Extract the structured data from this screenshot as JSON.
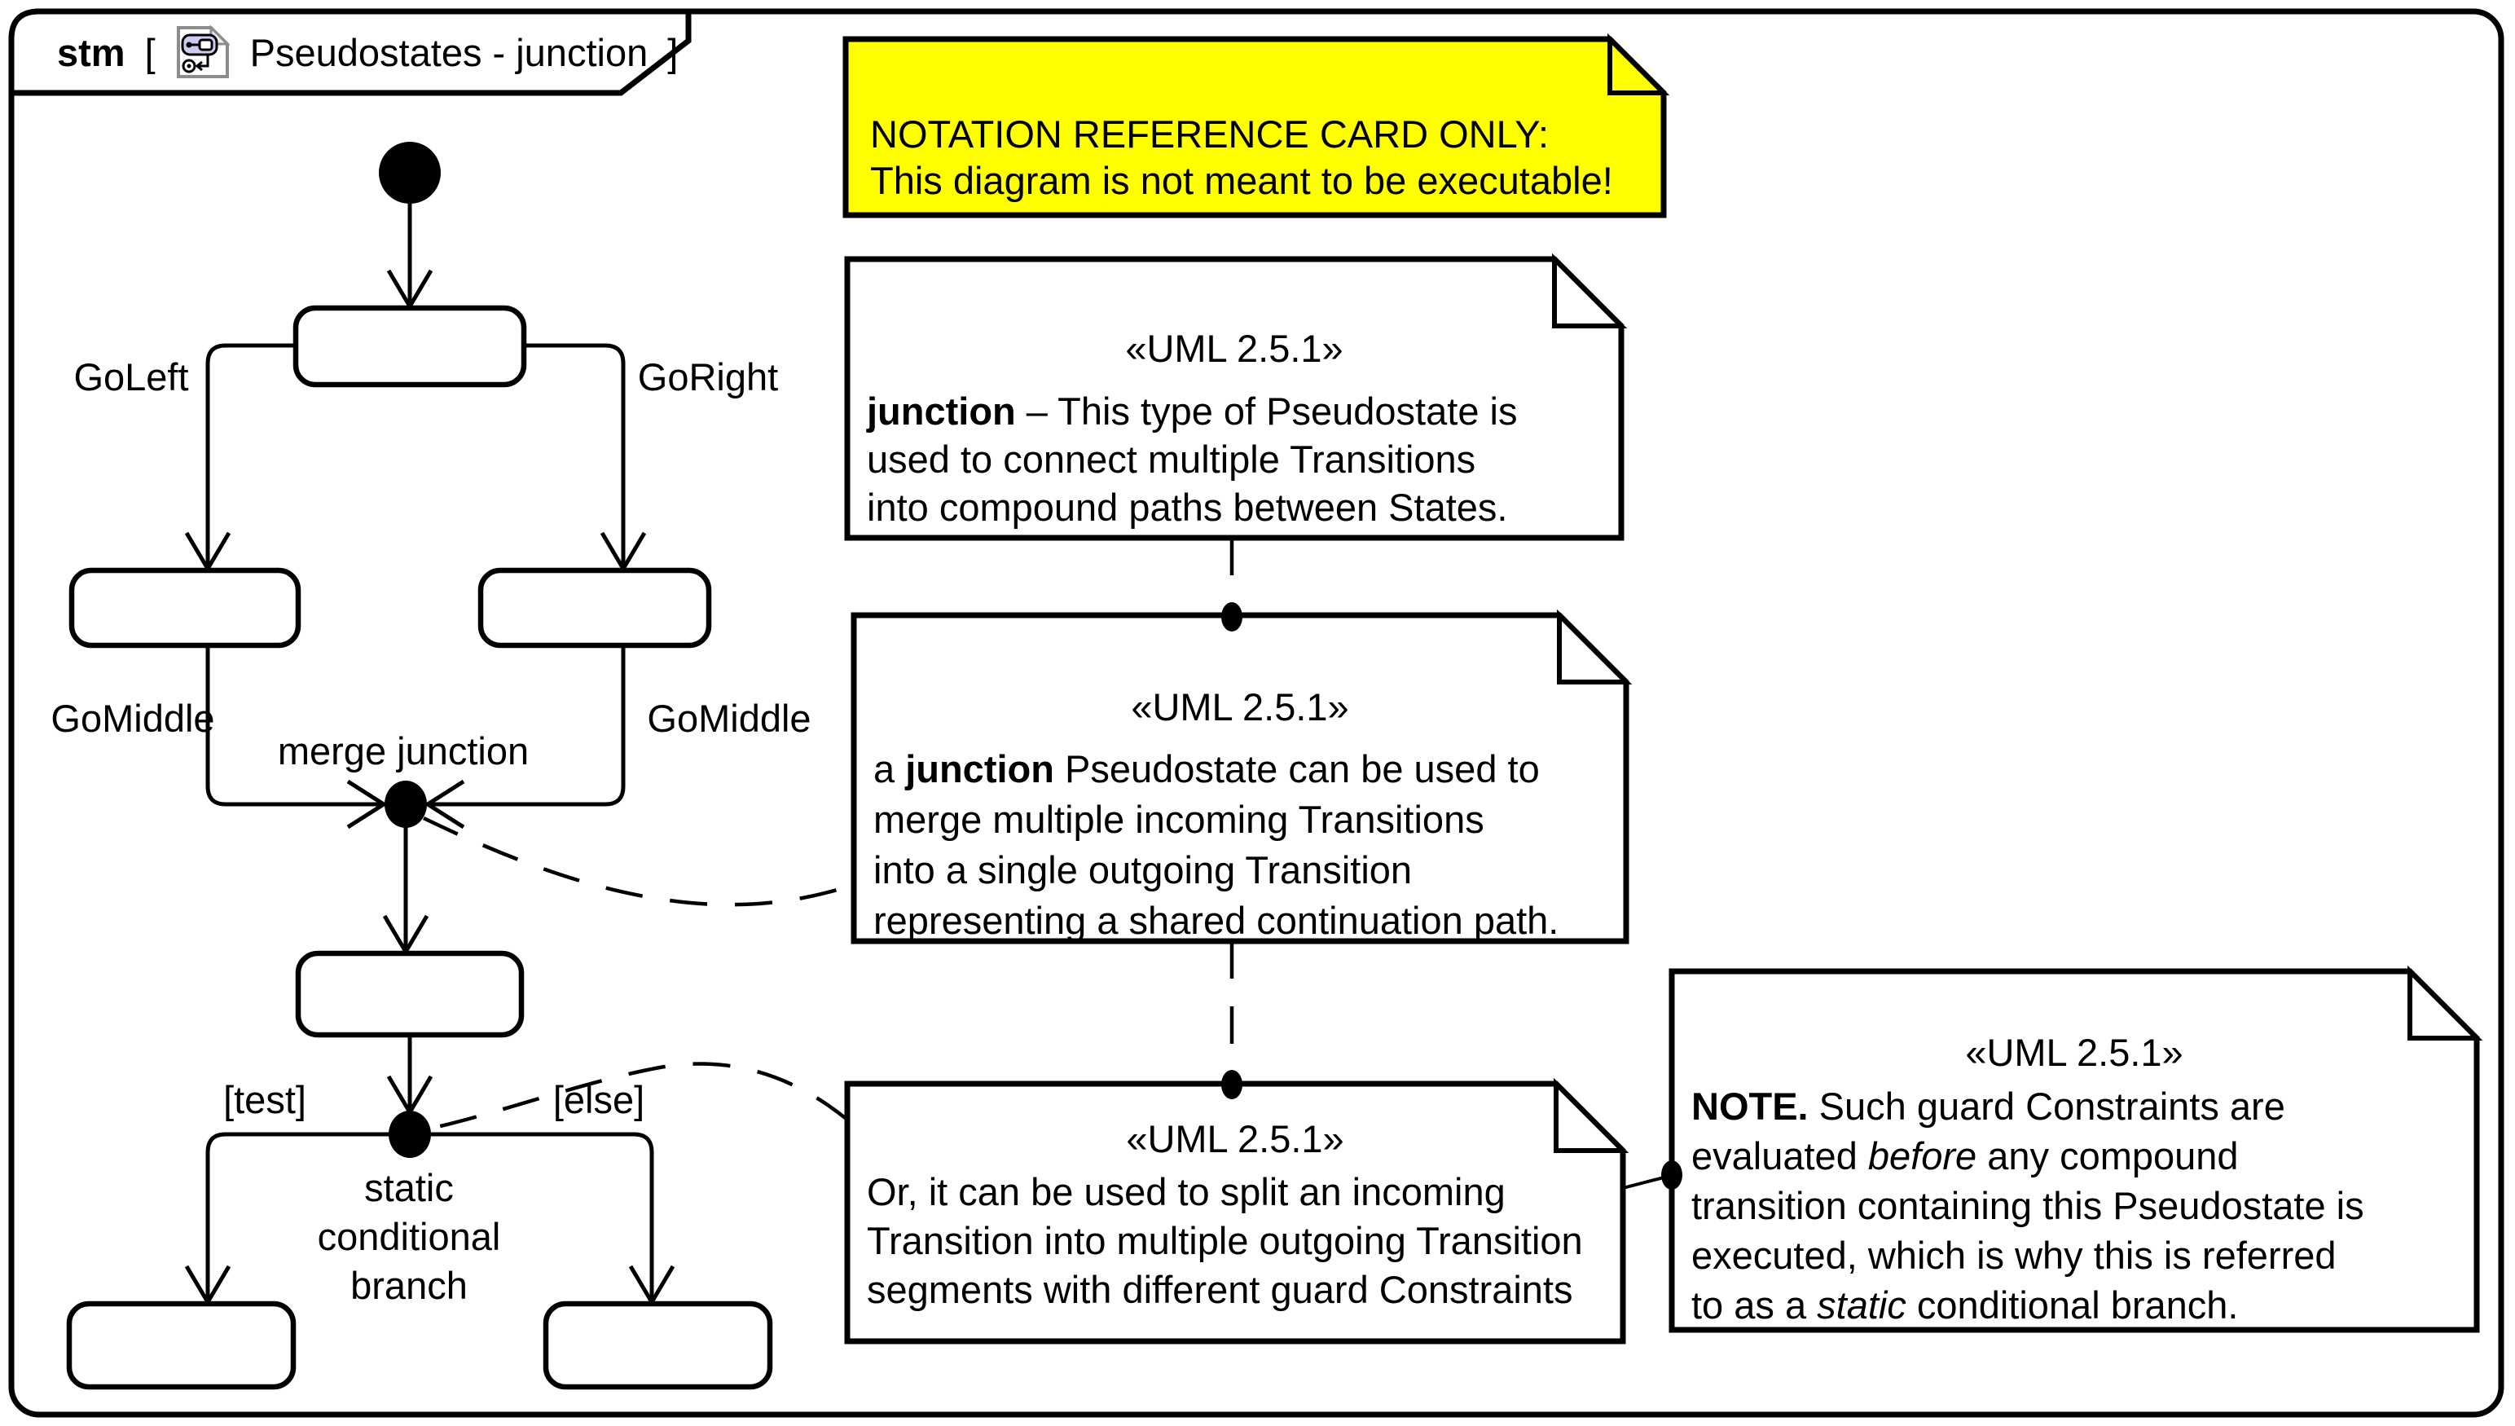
{
  "frame": {
    "keyword": "stm",
    "open_bracket": "[",
    "diagram_name": "Pseudostates - junction",
    "close_bracket": "]"
  },
  "banner": {
    "line1": "NOTATION REFERENCE CARD ONLY:",
    "line2": "This diagram is not meant to be executable!",
    "bg": "#ffff00"
  },
  "notes": [
    {
      "stereotype": "«UML 2.5.1»",
      "lines": [
        [
          {
            "t": "junction",
            "b": true
          },
          {
            "t": " – This type of Pseudostate is"
          }
        ],
        [
          {
            "t": "used to connect multiple Transitions"
          }
        ],
        [
          {
            "t": "into compound paths between States."
          }
        ]
      ]
    },
    {
      "stereotype": "«UML 2.5.1»",
      "lines": [
        [
          {
            "t": "a "
          },
          {
            "t": "junction",
            "b": true
          },
          {
            "t": " Pseudostate can be used to"
          }
        ],
        [
          {
            "t": "merge multiple incoming Transitions"
          }
        ],
        [
          {
            "t": "into a single outgoing Transition"
          }
        ],
        [
          {
            "t": "representing a shared continuation path."
          }
        ]
      ]
    },
    {
      "stereotype": "«UML 2.5.1»",
      "lines": [
        [
          {
            "t": "Or, it can be used to split an incoming"
          }
        ],
        [
          {
            "t": "Transition into multiple outgoing Transition"
          }
        ],
        [
          {
            "t": "segments with different guard Constraints"
          }
        ]
      ]
    },
    {
      "stereotype": "«UML 2.5.1»",
      "lines": [
        [
          {
            "t": "NOTE.",
            "b": true
          },
          {
            "t": " Such guard Constraints are"
          }
        ],
        [
          {
            "t": "evaluated "
          },
          {
            "t": "before",
            "i": true
          },
          {
            "t": " any compound"
          }
        ],
        [
          {
            "t": "transition containing this Pseudostate is"
          }
        ],
        [
          {
            "t": "executed, which is why this is referred"
          }
        ],
        [
          {
            "t": "to as a "
          },
          {
            "t": "static",
            "i": true
          },
          {
            "t": " conditional branch."
          }
        ]
      ]
    }
  ],
  "sm": {
    "go_left": "GoLeft",
    "go_right": "GoRight",
    "go_middle_left": "GoMiddle",
    "go_middle_right": "GoMiddle",
    "merge_label": "merge junction",
    "guard_test": "[test]",
    "guard_else": "[else]",
    "branch_line1": "static",
    "branch_line2": "conditional",
    "branch_line3": "branch"
  },
  "colors": {
    "ink": "#000000",
    "paper": "#ffffff",
    "banner_bg": "#ffff00",
    "icon_border": "#8c8c8c",
    "icon_fill": "#ccccf2"
  }
}
